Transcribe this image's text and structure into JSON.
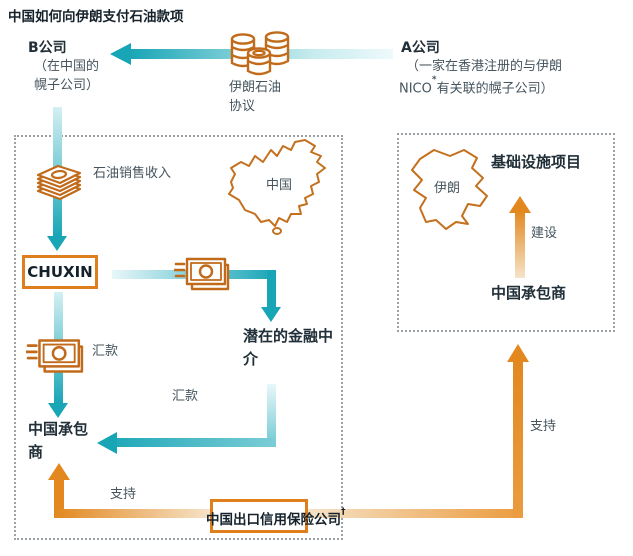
{
  "title": "中国如何向伊朗支付石油款项",
  "colors": {
    "teal": "#18a5b6",
    "teal_light": "#d4f0f3",
    "orange": "#e2881f",
    "orange_light": "#f6e3c9",
    "orange_border": "#de7e1c",
    "icon_orange": "#c06a1a",
    "map_outline": "#c4701e",
    "text_dark": "#212f38",
    "text_gray": "#45545e"
  },
  "icons": {
    "coins": "coin-stacks-icon",
    "money_stack": "banknote-stack-icon",
    "flying_note": "flying-banknote-icon",
    "china_map": "china-map-outline",
    "iran_map": "iran-map-outline"
  },
  "top": {
    "company_b": {
      "name": "B公司",
      "desc1": "（在中国的",
      "desc2": "幌子公司）"
    },
    "oil_deal": {
      "line1": "伊朗石油",
      "line2": "协议"
    },
    "company_a": {
      "name": "A公司",
      "desc1": "（一家在香港注册的与伊朗",
      "nico": "NICO",
      "nico_sup": "*",
      "nico_rest": "有关联的幌子公司）"
    }
  },
  "china_box": {
    "oil_revenue": "石油销售收入",
    "map_label": "中国",
    "chuxin": "CHUXIN",
    "remit_a": "汇款",
    "intermediary1": "潜在的金融中",
    "intermediary2": "介",
    "remit_b": "汇款",
    "contractor1": "中国承包",
    "contractor2": "商",
    "support": "支持",
    "sinosure": "中国出口信用保险公司",
    "sinosure_sup": "†"
  },
  "iran_box": {
    "title": "基础设施项目",
    "map_label": "伊朗",
    "construction": "建设",
    "contractor": "中国承包商"
  },
  "right_flow": {
    "support": "支持"
  }
}
